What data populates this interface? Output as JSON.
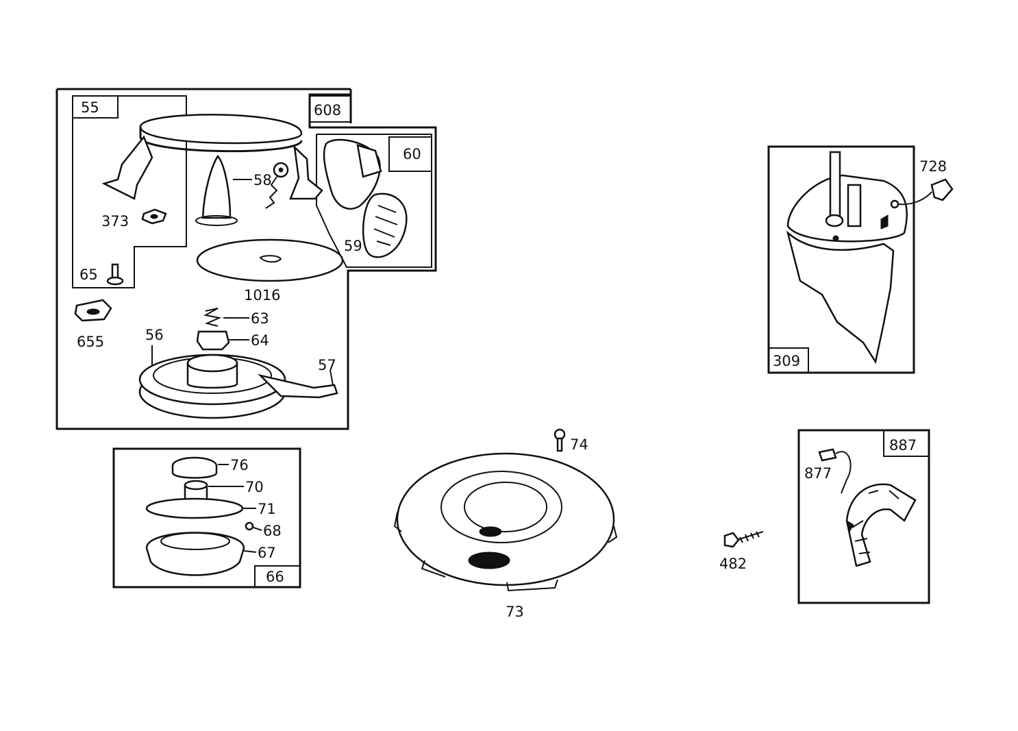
{
  "labels": {
    "p55": "55",
    "p608": "608",
    "p60": "60",
    "p58": "58",
    "p373": "373",
    "p65": "65",
    "p59": "59",
    "p1016": "1016",
    "p655": "655",
    "p63": "63",
    "p64": "64",
    "p56": "56",
    "p57": "57",
    "p76": "76",
    "p70": "70",
    "p71": "71",
    "p68": "68",
    "p67": "67",
    "p66": "66",
    "p74": "74",
    "p73": "73",
    "p728": "728",
    "p309": "309",
    "p887": "887",
    "p877": "877",
    "p482": "482"
  }
}
